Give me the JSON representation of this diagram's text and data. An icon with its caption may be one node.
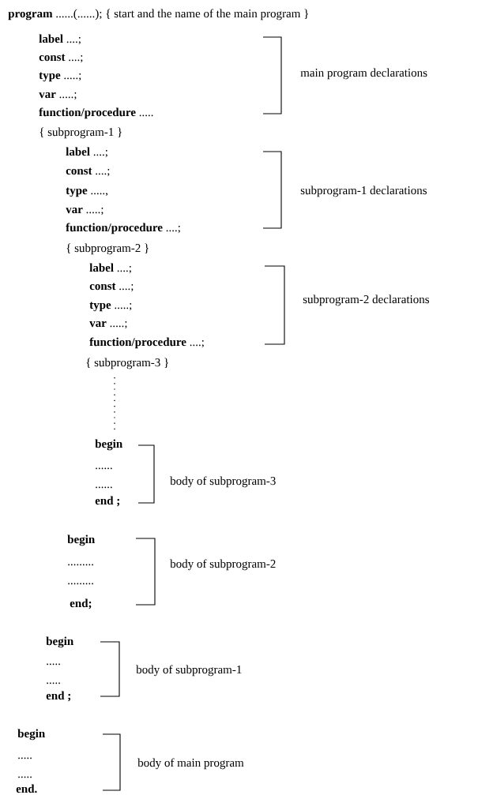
{
  "diagram": {
    "labels": [
      "**program** ......(......); { start and the name of the main program }",
      "**label** ....;",
      "**const** ....;",
      "**type** .....;",
      "**var** .....;",
      "**function/procedure** .....",
      "main program declarations",
      "{ subprogram-1 }",
      "**label** ....;",
      "**const** ....;",
      "**type** .....,",
      "**var** .....;",
      "**function/procedure** ....;",
      "subprogram-1 declarations",
      "{ subprogram-2 }",
      "**label** ....;",
      "**const** ....;",
      "**type** .....;",
      "**var** .....;",
      "**function/procedure** ....;",
      "subprogram-2 declarations",
      "{ subprogram-3 }",
      "begin",
      "......",
      "......",
      "end ;",
      "body of subprogram-3",
      "begin",
      ".........",
      ".........",
      "end;",
      "body of subprogram-2",
      "begin",
      ".....",
      ".....",
      "end ;",
      "body of subprogram-1",
      "begin",
      ".....",
      ".....",
      "end.",
      "body of main program"
    ]
  }
}
